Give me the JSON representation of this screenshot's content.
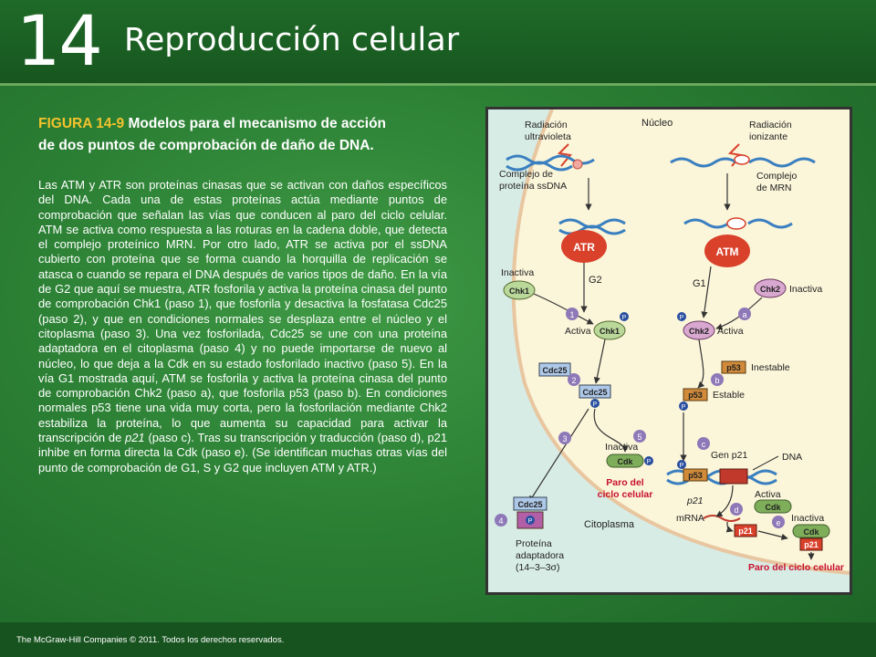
{
  "header": {
    "chapter_number": "14",
    "chapter_title": "Reproducción celular"
  },
  "figure": {
    "label": "FIGURA 14-9",
    "title_rest": " Modelos para el mecanismo de acción de dos puntos de comprobación de daño de DNA.",
    "caption_parts": [
      "Las ATM y ATR son proteínas cinasas que se activan con daños específicos del DNA. Cada una de estas proteínas actúa mediante puntos de comprobación que señalan las vías que conducen al paro del ciclo celular. ATM se activa como respuesta a las roturas en la cadena doble, que detecta el complejo proteínico MRN. Por otro lado, ATR se activa por el ssDNA cubierto con proteína que se forma cuando la horquilla de replicación se atasca o cuando se repara el DNA después de varios tipos de daño. En la vía de G2 que aquí se muestra, ATR fosforila y activa la proteína cinasa del punto de comprobación Chk1 (paso 1), que fosforila y desactiva la fosfatasa Cdc25 (paso 2), y que en condiciones normales se desplaza entre el núcleo y el citoplasma (paso 3). Una vez fosforilada, Cdc25 se une con una proteína adaptadora en el citoplasma (paso 4) y no puede importarse de nuevo al núcleo, lo que deja a la Cdk en su estado fosforilado inactivo (paso 5). En la vía G1 mostrada aquí, ATM se fosforila y activa la proteína cinasa del punto de comprobación Chk2 (paso a), que fosforila p53 (paso b). En condiciones normales p53 tiene una vida muy corta, pero la fosforilación mediante Chk2 estabiliza la proteína, lo que aumenta su capacidad para activar la transcripción de ",
      "p21",
      " (paso c). Tras su transcripción y traducción (paso d), p21 inhibe en forma directa la Cdk (paso e). (Se identifican muchas otras vías del punto de comprobación de G1, S y G2 que incluyen ATM y ATR.)"
    ]
  },
  "diagram": {
    "nucleus_label": "Núcleo",
    "cytoplasm_label": "Citoplasma",
    "uv_label": [
      "Radiación",
      "ultravioleta"
    ],
    "ion_label": [
      "Radiación",
      "ionizante"
    ],
    "ssdna_complex": [
      "Complejo de",
      "proteína ssDNA"
    ],
    "mrn_complex": [
      "Complejo",
      "de MRN"
    ],
    "atr": "ATR",
    "atm": "ATM",
    "g2": "G2",
    "g1": "G1",
    "inactiva": "Inactiva",
    "activa": "Activa",
    "chk1": "Chk1",
    "chk2": "Chk2",
    "cdc25": "Cdc25",
    "cdk": "Cdk",
    "p": "P",
    "p53": "p53",
    "p21": "p21",
    "inestable": "Inestable",
    "estable": "Estable",
    "gen_p21": "Gen p21",
    "dna": "DNA",
    "mrna": "mRNA",
    "arrest": [
      "Paro del",
      "ciclo celular"
    ],
    "arrest_right": "Paro del ciclo celular",
    "adapter": [
      "Proteína",
      "adaptadora",
      "(14–3–3σ)"
    ],
    "steps": [
      "1",
      "2",
      "3",
      "4",
      "5",
      "a",
      "b",
      "c",
      "d",
      "e"
    ]
  },
  "footer": {
    "copyright": "The McGraw-Hill Companies © 2011. Todos los derechos reservados."
  },
  "colors": {
    "background": "#2b7f34",
    "label_yellow": "#f3c22d",
    "nucleus": "#fbf5d9",
    "cytoplasm": "#d8ece6",
    "red_protein": "#d9412b",
    "step_purple": "#8e78b8",
    "arrest_red": "#c8102e"
  }
}
